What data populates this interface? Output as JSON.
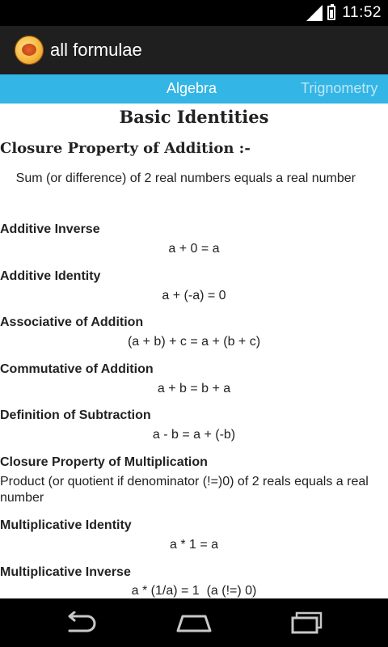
{
  "status_bar": {
    "time": "11:52"
  },
  "action_bar": {
    "title": "all formulae"
  },
  "tabs": [
    {
      "label": "Algebra",
      "selected": true
    },
    {
      "label": "Trignometry",
      "selected": false
    }
  ],
  "content": {
    "title": "Basic Identities",
    "closure_title": "Closure Property of Addition :-",
    "closure_desc": "Sum (or difference) of 2 real numbers equals a real number",
    "items": [
      {
        "name": "Additive Inverse",
        "formula": "a + 0 = a"
      },
      {
        "name": "Additive Identity",
        "formula": "a + (-a) = 0"
      },
      {
        "name": "Associative of Addition",
        "formula": "(a + b) + c = a + (b + c)"
      },
      {
        "name": "Commutative of Addition",
        "formula": "a + b = b + a"
      },
      {
        "name": "Definition of Subtraction",
        "formula": "a - b = a + (-b)"
      },
      {
        "name": "Closure Property of Multiplication",
        "desc": "Product (or quotient if denominator (!=)0) of 2 reals equals a real number"
      },
      {
        "name": "Multiplicative Identity",
        "formula": "a * 1 = a"
      },
      {
        "name": "Multiplicative Inverse",
        "formula": "a * (1/a) = 1  (a (!=) 0)"
      }
    ]
  },
  "colors": {
    "tab_bar": "#33b5e5",
    "action_bar": "#1f1f1f"
  },
  "icons": {
    "signal": "signal-icon",
    "battery": "battery-icon",
    "back": "back-icon",
    "home": "home-icon",
    "recent": "recent-apps-icon"
  }
}
